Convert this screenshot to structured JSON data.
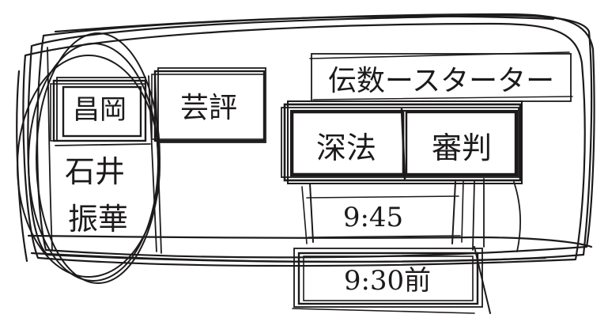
{
  "sketch": {
    "ink_color": "#1c1a1a",
    "paper_color": "#ffffff",
    "boxes": {
      "box_a": {
        "label": "昌岡"
      },
      "box_b": {
        "label": "芸評"
      },
      "header": {
        "label": "伝数ースターター"
      },
      "box_c": {
        "label": "深法"
      },
      "box_d": {
        "label": "審判"
      },
      "time_1": {
        "label": "9:45"
      },
      "time_2": {
        "label": "9:30前"
      }
    },
    "side_notes": [
      "石井",
      "振華"
    ]
  }
}
